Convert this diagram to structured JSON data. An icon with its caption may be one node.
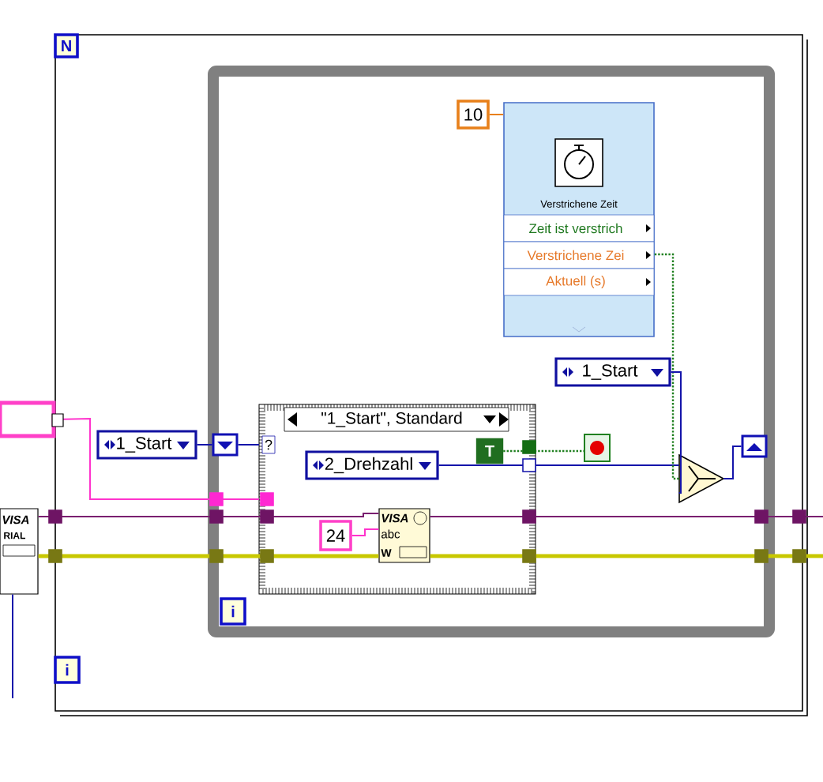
{
  "diagram": {
    "nodes": [
      {
        "text": [],
        "shape": "box"
      },
      {
        "text": [
          "N"
        ],
        "in": 0
      },
      {
        "text": [
          "i"
        ],
        "in": 0
      },
      {
        "text": [],
        "shape": "box",
        "in": 0
      },
      {
        "text": [
          "i"
        ],
        "in": 3
      },
      {
        "text": [
          "10"
        ],
        "in": 3
      },
      {
        "text": [
          "Verstrichene Zeit",
          "Zeit ist verstrich",
          "Verstrichene Zei",
          "Aktuell (s)"
        ],
        "in": 3
      },
      {
        "text": [
          "1_Start"
        ],
        "in": 0
      },
      {
        "text": [],
        "shape": "box",
        "in": 3
      },
      {
        "text": [
          "\"1_Start\", Standard"
        ],
        "in": 3
      },
      {
        "text": [
          "2_Drehzahl"
        ],
        "in": 9
      },
      {
        "text": [
          "T"
        ],
        "in": 9
      },
      {
        "text": [
          "24"
        ],
        "in": 9
      },
      {
        "text": [
          "VISA",
          "abc",
          "W"
        ],
        "in": 9
      },
      {
        "text": [],
        "shape": "box",
        "in": 3
      },
      {
        "text": [
          "1_Start"
        ],
        "in": 3
      },
      {
        "text": [],
        "shape": "triangle",
        "in": 3
      },
      {
        "text": [],
        "shape": "box",
        "in": 3
      },
      {
        "text": [
          "VISA",
          "RIAL"
        ]
      },
      {
        "text": [],
        "shape": "box"
      }
    ],
    "edges": [
      {
        "from": 19,
        "to": 9,
        "arrow": "none",
        "color": "#ff33cc"
      },
      {
        "from": 7,
        "to": 8,
        "arrow": "none"
      },
      {
        "from": 8,
        "to": 9,
        "arrow": "none"
      },
      {
        "from": 10,
        "to": 16,
        "arrow": "none"
      },
      {
        "from": 11,
        "to": 14,
        "arrow": "none",
        "style": "dashed",
        "color": "#208020"
      },
      {
        "from": 6,
        "to": 16,
        "arrow": "none",
        "style": "dashed",
        "color": "#208020"
      },
      {
        "from": 15,
        "to": 16,
        "arrow": "none"
      },
      {
        "from": 16,
        "to": 17,
        "arrow": "none"
      },
      {
        "from": 5,
        "to": 6,
        "arrow": "none",
        "color": "#e8801a"
      },
      {
        "from": 12,
        "to": 13,
        "arrow": "none",
        "color": "#ff33cc"
      },
      {
        "from": 18,
        "to": 13,
        "arrow": "none",
        "color": "#7a1f70"
      },
      {
        "from": 13,
        "to": null,
        "arrow": "none",
        "color": "#7a1f70"
      },
      {
        "from": 18,
        "to": 13,
        "arrow": "none",
        "style": "thick",
        "color": "#c8c800"
      },
      {
        "from": 13,
        "to": null,
        "arrow": "none",
        "style": "thick",
        "color": "#c8c800"
      },
      {
        "from": 18,
        "to": null,
        "arrow": "none"
      }
    ],
    "labels": [
      "?"
    ]
  }
}
